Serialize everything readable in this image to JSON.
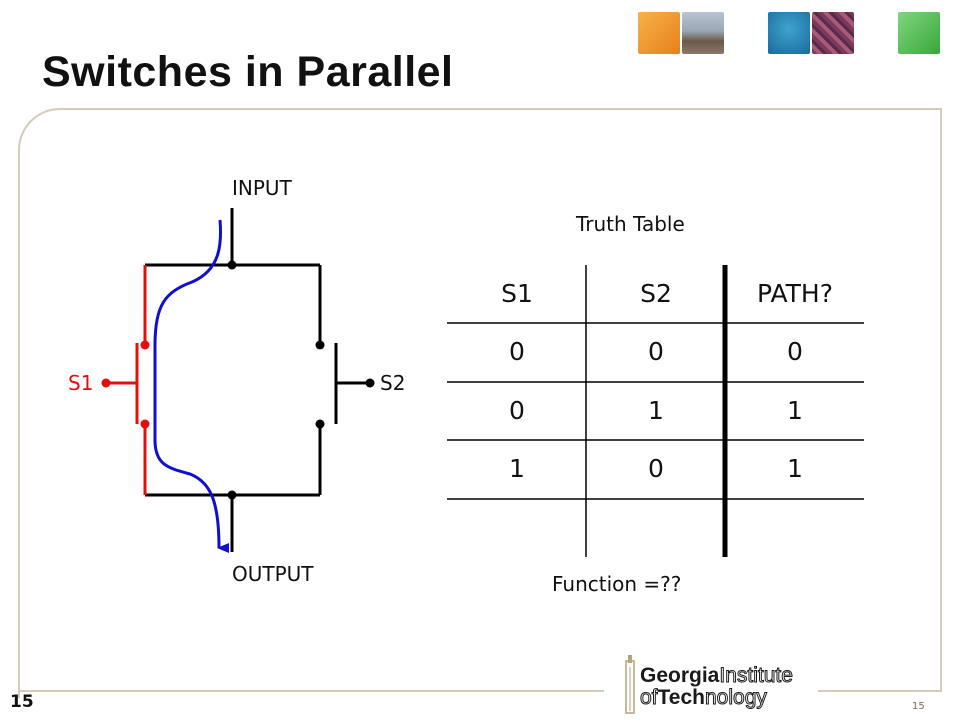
{
  "slide": {
    "title": "Switches in Parallel",
    "page_number": "15",
    "page_number_small": "15"
  },
  "diagram": {
    "input_label": "INPUT",
    "output_label": "OUTPUT",
    "s1_label": "S1",
    "s2_label": "S2",
    "colors": {
      "wire": "#000000",
      "switch1": "#e01010",
      "path": "#1010cc"
    }
  },
  "truth_table": {
    "title": "Truth Table",
    "headers": [
      "S1",
      "S2",
      "PATH?"
    ],
    "rows": [
      [
        "0",
        "0",
        "0"
      ],
      [
        "0",
        "1",
        "1"
      ],
      [
        "1",
        "0",
        "1"
      ]
    ]
  },
  "function_text": "Function =??",
  "logo": {
    "line1_bold": "Georgia",
    "line1_rest": "Institute",
    "line2_pre": "of",
    "line2_bold": "Tech",
    "line2_rest": "nology"
  }
}
